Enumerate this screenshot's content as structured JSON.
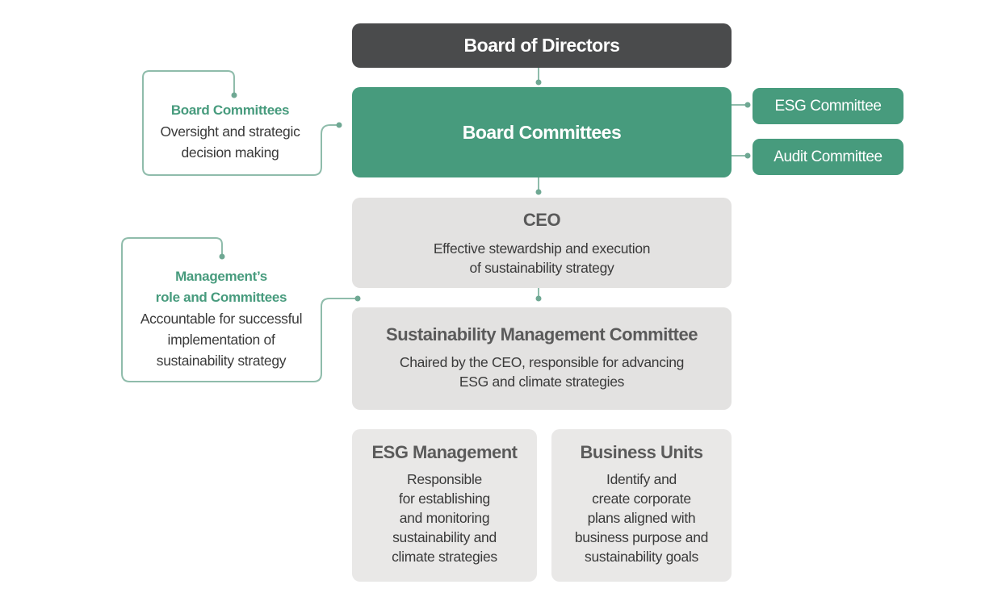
{
  "board": {
    "title": "Board of Directors"
  },
  "committees": {
    "title": "Board Committees"
  },
  "side_committees": [
    {
      "label": "ESG Committee"
    },
    {
      "label": "Audit Committee"
    }
  ],
  "note_board": {
    "title": "Board Committees",
    "desc_line1": "Oversight and strategic",
    "desc_line2": "decision making"
  },
  "ceo": {
    "title": "CEO",
    "desc_line1": "Effective stewardship and execution",
    "desc_line2": "of sustainability strategy"
  },
  "note_mgmt": {
    "title_line1": "Management’s",
    "title_line2": "role and Committees",
    "desc_line1": "Accountable for successful",
    "desc_line2": "implementation of",
    "desc_line3": "sustainability strategy"
  },
  "smc": {
    "title": "Sustainability Management Committee",
    "desc_line1": "Chaired by the CEO, responsible for advancing",
    "desc_line2": "ESG and climate strategies"
  },
  "esg_mgmt": {
    "title": "ESG Management",
    "lines": [
      "Responsible",
      "for establishing",
      "and monitoring",
      "sustainability and",
      "climate strategies"
    ]
  },
  "business_units": {
    "title": "Business Units",
    "lines": [
      "Identify and",
      "create corporate",
      "plans aligned with",
      "business purpose and",
      "sustainability goals"
    ]
  },
  "colors": {
    "accent": "#479b7d",
    "dark": "#4a4b4c",
    "grey": "#e3e2e1"
  }
}
